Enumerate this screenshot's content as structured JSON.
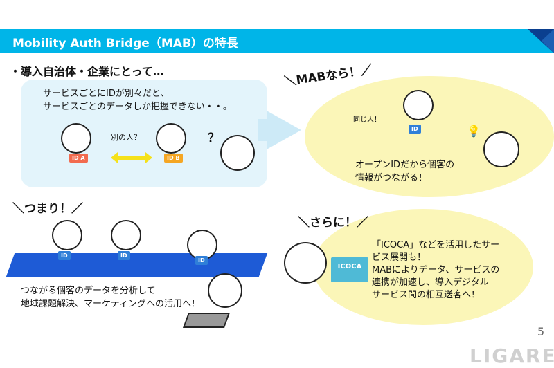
{
  "header": {
    "title": "Mobility Auth Bridge（MAB）の特長"
  },
  "subtitle": "・導入自治体・企業にとって…",
  "problem": {
    "text_lines": [
      "サービスごとにIDが別々だと、",
      "サービスごとのデータしか把握できない・・。"
    ],
    "label_different": "別の人？",
    "card_a": "ID A",
    "card_b": "ID B",
    "question": "？"
  },
  "mab": {
    "shout": "＼MABなら！／",
    "same_person": "同じ人！",
    "card": "ID",
    "text_lines": [
      "オープンIDだから個客の",
      "情報がつながる！"
    ]
  },
  "summary": {
    "shout": "＼つまり！／",
    "card": "ID",
    "text_lines": [
      "つながる個客のデータを分析して",
      "地域課題解決、マーケティングへの活用へ！"
    ]
  },
  "further": {
    "shout": "＼さらに！／",
    "card": "ICOCA",
    "text_lines": [
      "「ICOCA」などを活用したサー",
      "ビス展開も！",
      "MABによりデータ、サービスの",
      "連携が加速し、導入デジタル",
      "サービス間の相互送客へ！"
    ]
  },
  "page_number": "5",
  "logo": "LIGARE",
  "colors": {
    "header": "#00b5e8",
    "accent_dark": "#0a3f8f",
    "yellow": "#fbf6b8",
    "light_blue": "#e3f4fb",
    "card_red": "#f26b4f",
    "card_orange": "#f5a623",
    "card_blue": "#2f7fd8"
  }
}
